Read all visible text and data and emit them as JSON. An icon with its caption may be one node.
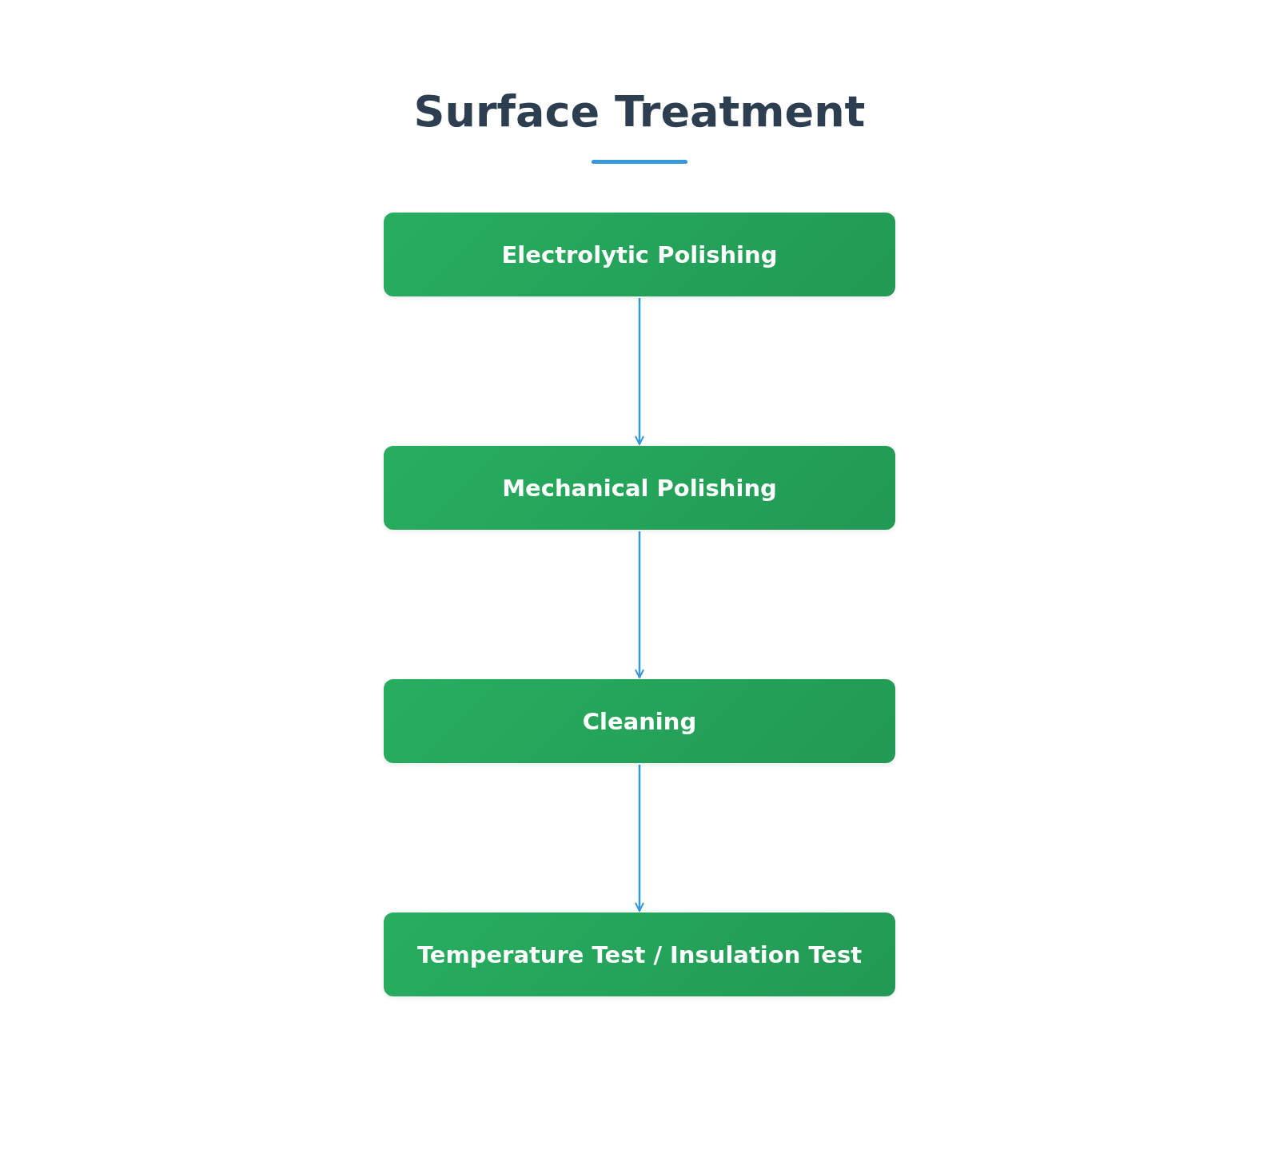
{
  "diagram": {
    "title": "Surface Treatment",
    "nodes": [
      {
        "text": [
          "Electrolytic Polishing"
        ]
      },
      {
        "text": [
          "Mechanical Polishing"
        ]
      },
      {
        "text": [
          "Cleaning"
        ]
      },
      {
        "text": [
          "Temperature Test / Insulation Test"
        ]
      }
    ],
    "edges": [
      {
        "from": 0,
        "to": 1,
        "arrow": "to"
      },
      {
        "from": 1,
        "to": 2,
        "arrow": "to"
      },
      {
        "from": 2,
        "to": 3,
        "arrow": "to"
      }
    ]
  }
}
